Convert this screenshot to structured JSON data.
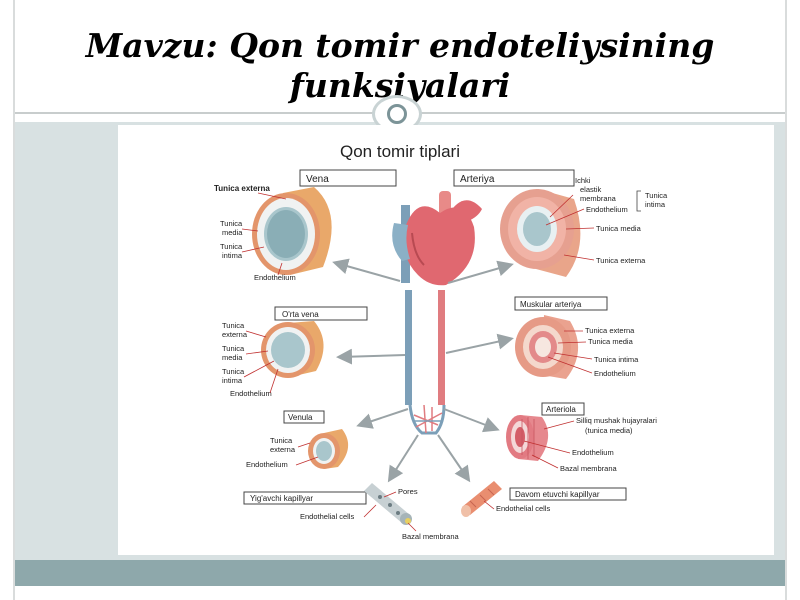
{
  "slide": {
    "title_line1": "Mavzu: Qon tomir endoteliysining",
    "title_line2": "funksiyalari"
  },
  "diagram": {
    "heading": "Qon tomir tiplari",
    "vessels": {
      "vena": {
        "label": "Vena",
        "tunica_externa": "Tunica externa",
        "tunica_media": [
          "Tunica",
          "media"
        ],
        "tunica_intima": [
          "Tunica",
          "intima"
        ],
        "endothelium": "Endothelium"
      },
      "arteriya": {
        "label": "Arteriya",
        "ichki_elastik": [
          "Ichki",
          "elastik",
          "membrana"
        ],
        "endothelium": "Endothelium",
        "tunica_intima": [
          "Tunica",
          "intima"
        ],
        "tunica_media": "Tunica media",
        "tunica_externa": "Tunica externa"
      },
      "orta_vena": {
        "label": "O'rta vena",
        "tunica_externa": [
          "Tunica",
          "externa"
        ],
        "tunica_media": [
          "Tunica",
          "media"
        ],
        "tunica_intima": [
          "Tunica",
          "intima"
        ],
        "endothelium": "Endothelium"
      },
      "muskular_arteriya": {
        "label": "Muskular arteriya",
        "tunica_externa": "Tunica externa",
        "tunica_media": "Tunica media",
        "tunica_intima": "Tunica intima",
        "endothelium": "Endothelium"
      },
      "venula": {
        "label": "Venula",
        "tunica_externa": [
          "Tunica",
          "externa"
        ],
        "endothelium": "Endothelium"
      },
      "arteriola": {
        "label": "Arteriola",
        "silliq": [
          "Silliq mushak hujayralari",
          "(tunica media)"
        ],
        "endothelium": "Endothelium",
        "bazal": "Bazal membrana"
      },
      "yigavchi_kapillyar": {
        "label": "Yig'avchi kapillyar",
        "pores": "Pores",
        "endothelial_cells": "Endothelial cells",
        "bazal": "Bazal membrana"
      },
      "davom_kapillyar": {
        "label": "Davom etuvchi kapillyar",
        "endothelial_cells": "Endothelial cells"
      }
    }
  },
  "colors": {
    "vein_outer": "#e9a86a",
    "vein_inner": "#a9c6cc",
    "artery_outer": "#eaa28f",
    "artery_pink": "#e6888e",
    "heart_red": "#e06870",
    "vein_blue": "#7c9fb8",
    "content_bg": "#d8e1e2",
    "footer": "#8ea8ab"
  }
}
